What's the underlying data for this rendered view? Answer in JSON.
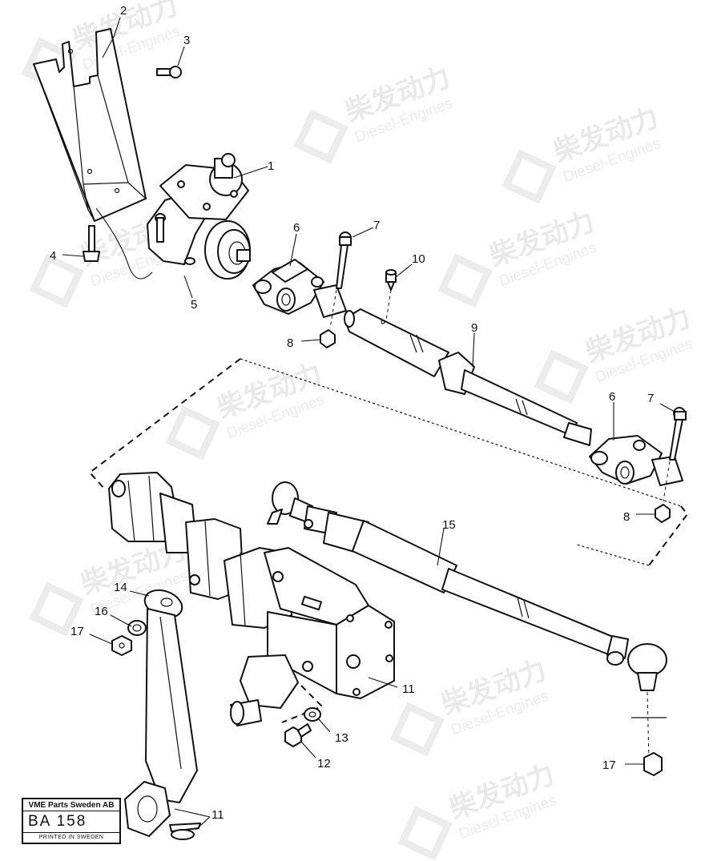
{
  "callouts": {
    "c1": "1",
    "c2": "2",
    "c3": "3",
    "c4": "4",
    "c5": "5",
    "c6a": "6",
    "c6b": "6",
    "c7a": "7",
    "c7b": "7",
    "c8a": "8",
    "c8b": "8",
    "c9": "9",
    "c10": "10",
    "c11a": "11",
    "c11b": "11",
    "c12": "12",
    "c13": "13",
    "c14": "14",
    "c15": "15",
    "c16": "16",
    "c17a": "17",
    "c17b": "17"
  },
  "watermark": {
    "cn": "柴发动力",
    "en": "Diesel-Engines"
  },
  "plate": {
    "company": "VME Parts Sweden AB",
    "code": "BA  158",
    "printed": "PRINTED IN SWEDEN"
  }
}
